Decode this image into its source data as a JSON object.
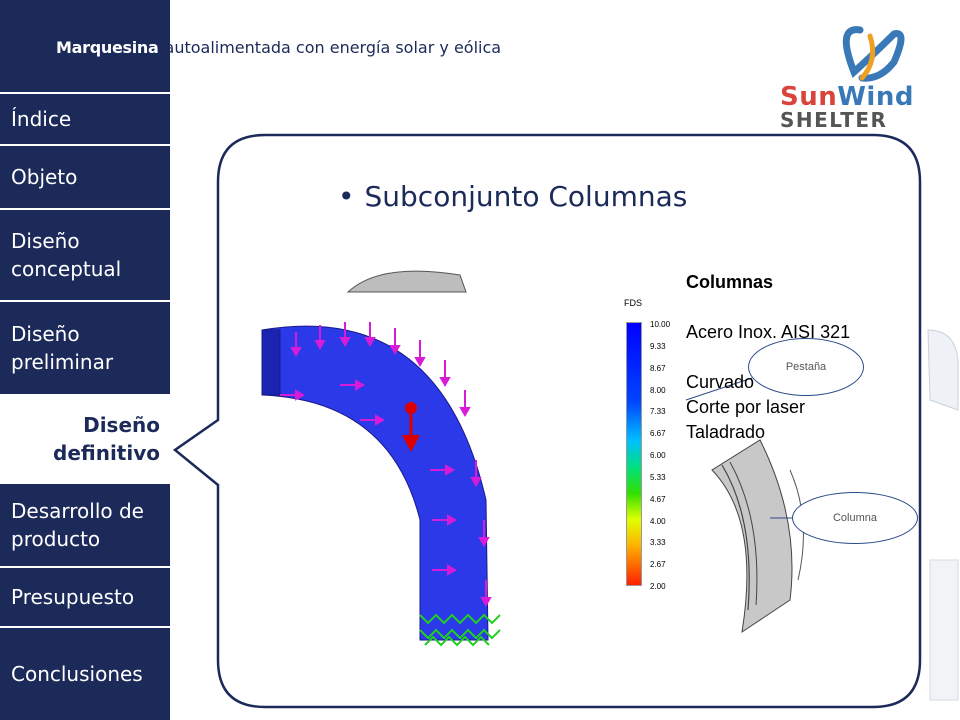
{
  "header": {
    "bold": "Marquesina",
    "rest": "autoalimentada con energía solar y eólica"
  },
  "logo": {
    "sun": "SunWind",
    "shelter": "SHELTER",
    "brand_colors": {
      "sun": "#d9453a",
      "wind": "#3a79b8"
    }
  },
  "sidebar": {
    "items": [
      {
        "label": "Índice",
        "active": false
      },
      {
        "label": "Objeto",
        "active": false
      },
      {
        "label": "Diseño\nconceptual",
        "active": false
      },
      {
        "label": "Diseño\npreliminar",
        "active": false
      },
      {
        "label": "Diseño\ndefinitivo",
        "active": true
      },
      {
        "label": "Desarrollo de\nproducto",
        "active": false
      },
      {
        "label": "Presupuesto",
        "active": false
      },
      {
        "label": "Conclusiones",
        "active": false
      }
    ]
  },
  "slide": {
    "title": "Subconjunto Columnas",
    "bullet": "•"
  },
  "spec": {
    "heading": "Columnas",
    "material": "Acero Inox. AISI 321",
    "process": [
      "Curvado",
      "Corte por laser",
      "Taladrado"
    ]
  },
  "labels": {
    "pestana": "Pestaña",
    "columna": "Columna"
  },
  "fds": {
    "title": "FDS",
    "ticks": [
      "10.00",
      "9.33",
      "8.67",
      "8.00",
      "7.33",
      "6.67",
      "6.00",
      "5.33",
      "4.67",
      "4.00",
      "3.33",
      "2.67",
      "2.00"
    ]
  },
  "colors": {
    "navy": "#1c2a5a",
    "mesh_blue": "#2b39e8",
    "arrow_magenta": "#d81bd8",
    "fixture_green": "#22d022"
  }
}
